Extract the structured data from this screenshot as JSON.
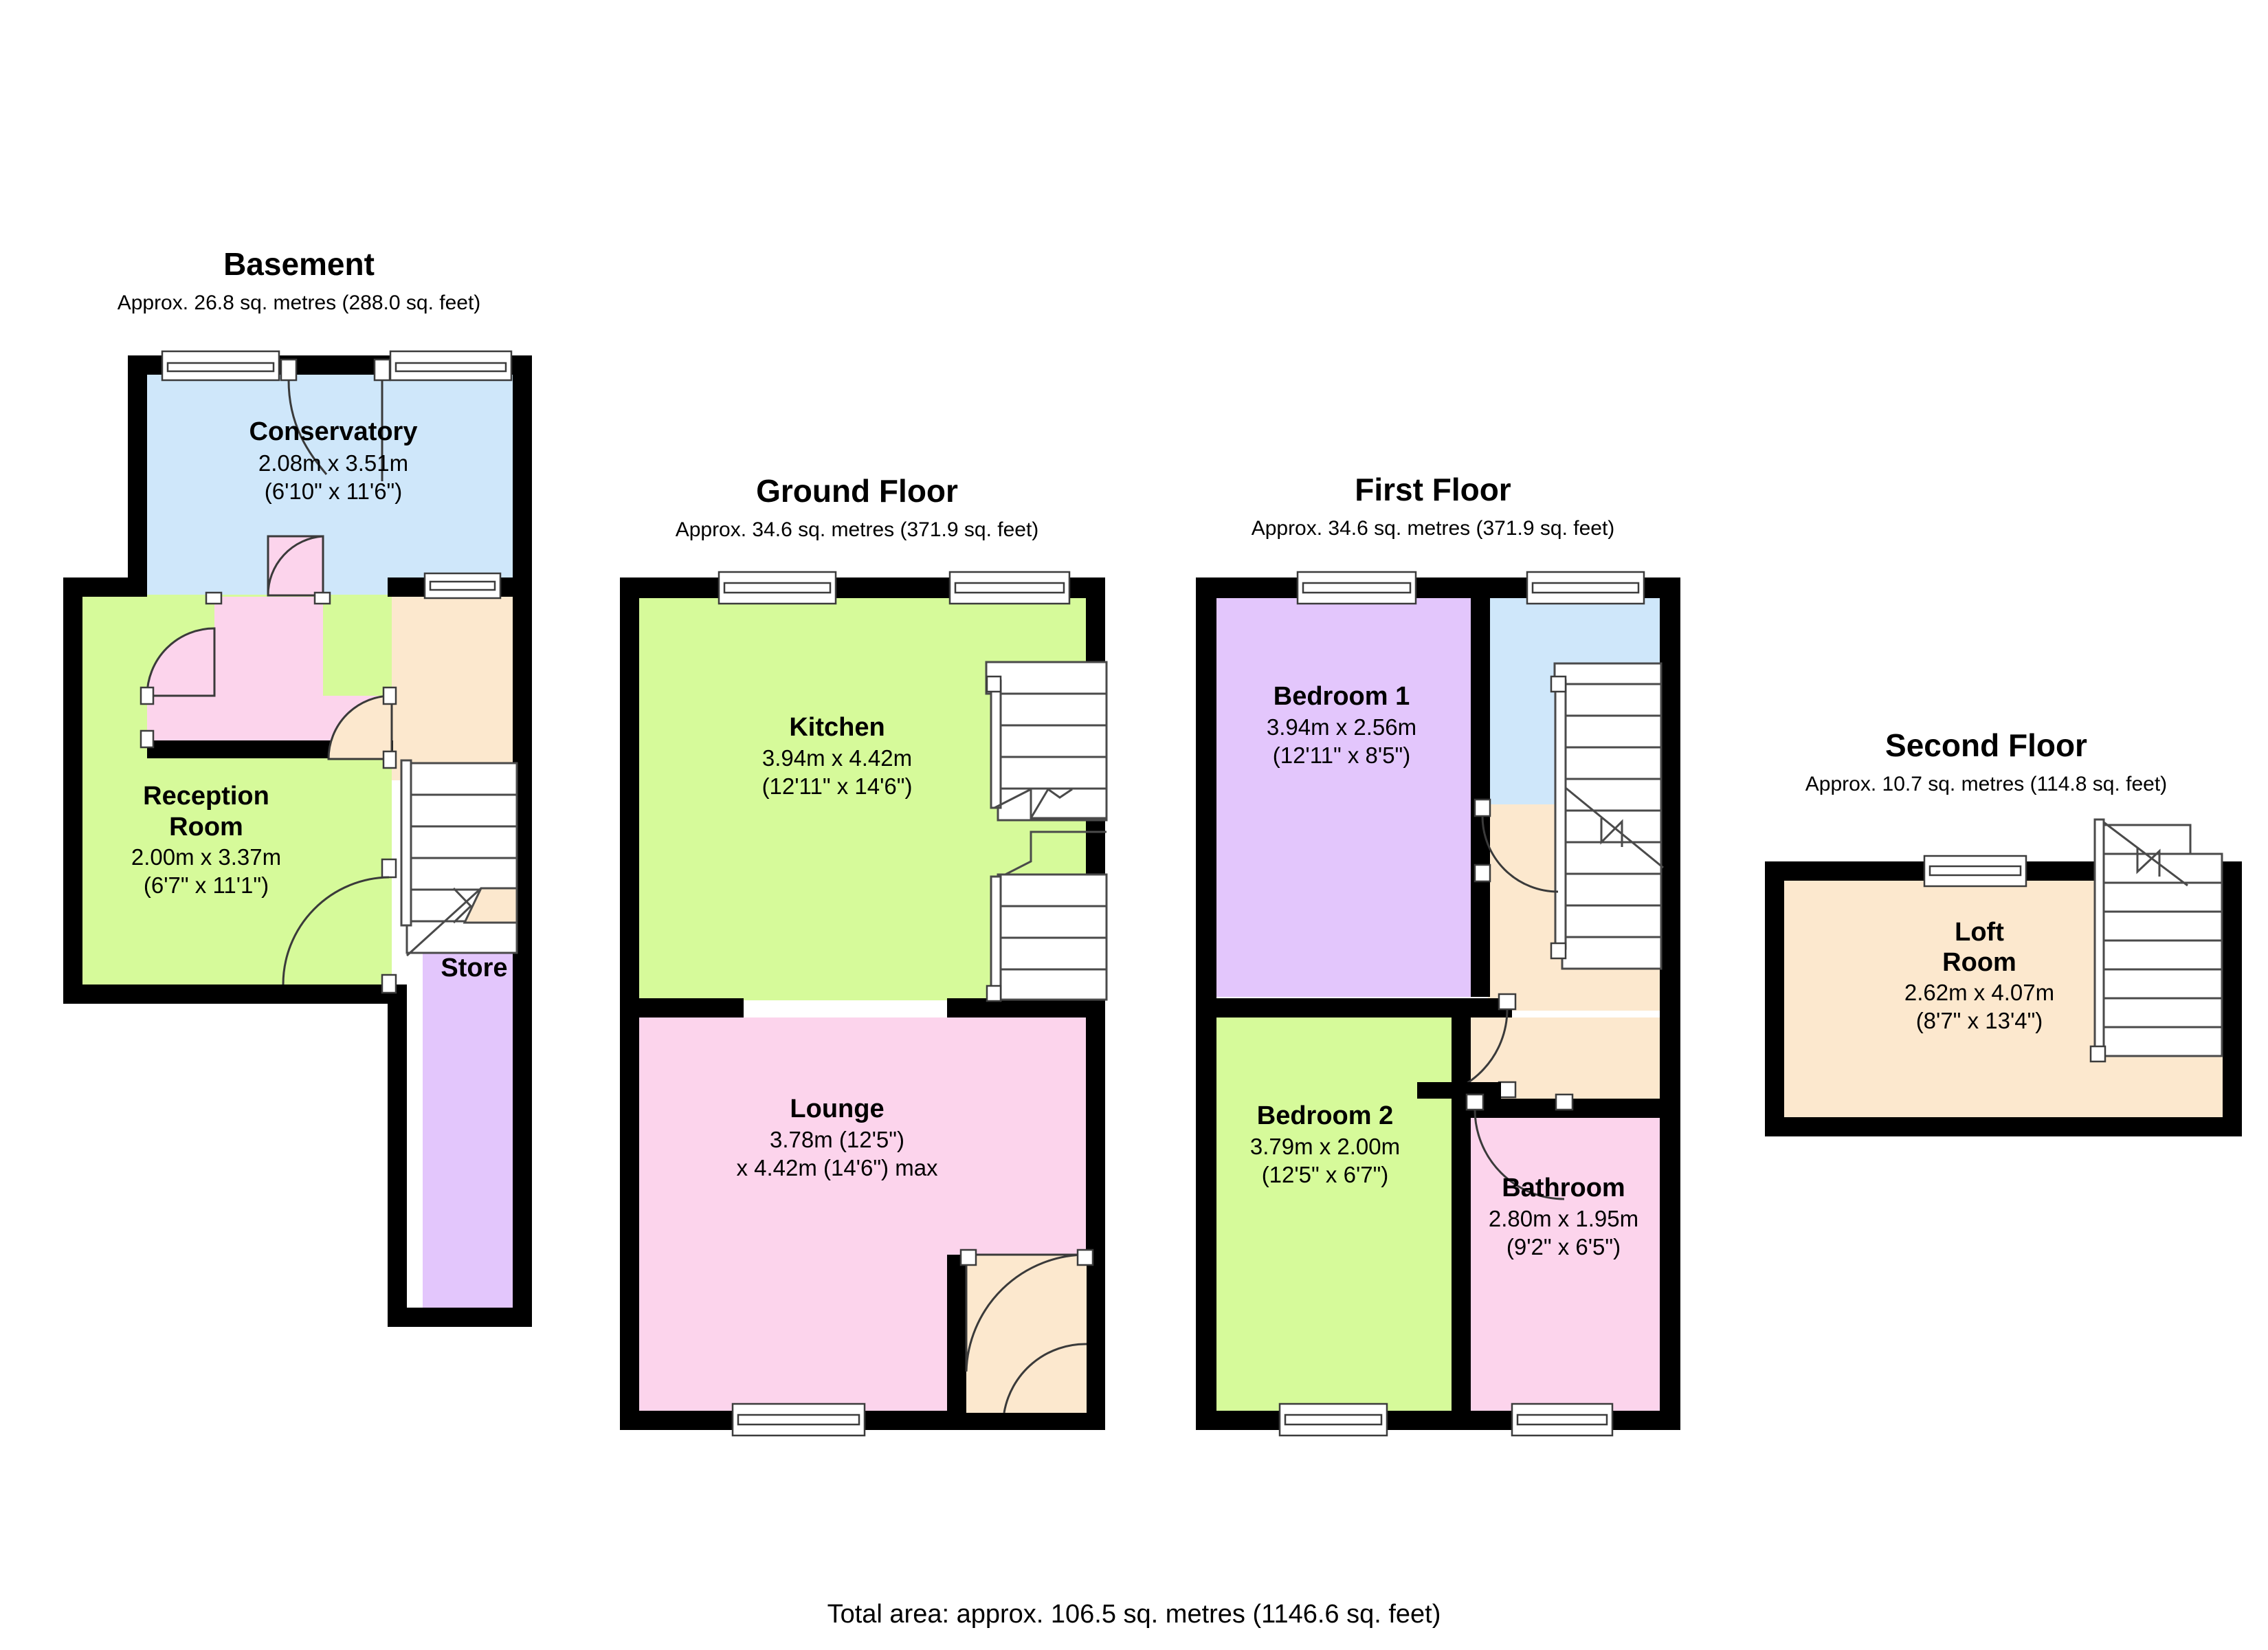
{
  "document": {
    "type": "floor-plan",
    "total_area_label": "Total area: approx. 106.5 sq. metres (1146.6 sq. feet)"
  },
  "floors": [
    {
      "id": "basement",
      "title": "Basement",
      "area_label": "Approx. 26.8 sq. metres (288.0 sq. feet)",
      "rooms": [
        {
          "id": "conservatory",
          "name": "Conservatory",
          "dim_metric": "2.08m x 3.51m",
          "dim_imperial": "(6'10\" x 11'6\")",
          "color": "#CFE7FA"
        },
        {
          "id": "reception-room",
          "name_line1": "Reception",
          "name_line2": "Room",
          "dim_metric": "2.00m x 3.37m",
          "dim_imperial": "(6'7\" x 11'1\")",
          "color": "#D6FA9A"
        },
        {
          "id": "store",
          "name": "Store",
          "dim_metric": "",
          "dim_imperial": "",
          "color": "#E3C6FC"
        }
      ]
    },
    {
      "id": "ground-floor",
      "title": "Ground Floor",
      "area_label": "Approx. 34.6 sq. metres (371.9 sq. feet)",
      "rooms": [
        {
          "id": "kitchen",
          "name": "Kitchen",
          "dim_metric": "3.94m x 4.42m",
          "dim_imperial": "(12'11\" x 14'6\")",
          "color": "#D6FA9A"
        },
        {
          "id": "lounge",
          "name": "Lounge",
          "dim_metric": "3.78m (12'5\")",
          "dim_imperial": "x 4.42m (14'6\") max",
          "color": "#FCD4EC"
        }
      ]
    },
    {
      "id": "first-floor",
      "title": "First Floor",
      "area_label": "Approx. 34.6 sq. metres (371.9 sq. feet)",
      "rooms": [
        {
          "id": "bedroom-1",
          "name": "Bedroom 1",
          "dim_metric": "3.94m x 2.56m",
          "dim_imperial": "(12'11\" x 8'5\")",
          "color": "#E3C6FC"
        },
        {
          "id": "bedroom-2",
          "name": "Bedroom 2",
          "dim_metric": "3.79m x 2.00m",
          "dim_imperial": "(12'5\" x 6'7\")",
          "color": "#D6FA9A"
        },
        {
          "id": "bathroom",
          "name": "Bathroom",
          "dim_metric": "2.80m x 1.95m",
          "dim_imperial": "(9'2\" x 6'5\")",
          "color": "#FCD4EC"
        }
      ]
    },
    {
      "id": "second-floor",
      "title": "Second Floor",
      "area_label": "Approx. 10.7 sq. metres (114.8 sq. feet)",
      "rooms": [
        {
          "id": "loft-room",
          "name_line1": "Loft",
          "name_line2": "Room",
          "dim_metric": "2.62m x 4.07m",
          "dim_imperial": "(8'7\" x 13'4\")",
          "color": "#FCE8CE"
        }
      ]
    }
  ],
  "palette": {
    "wall": "#000000",
    "blue_room": "#CFE7FA",
    "green_room": "#D6FA9A",
    "pink_room": "#FCD4EC",
    "purple_room": "#E3C6FC",
    "peach_room": "#FCE8CE",
    "background": "#FFFFFF",
    "stair_line": "#4A4A4A"
  }
}
